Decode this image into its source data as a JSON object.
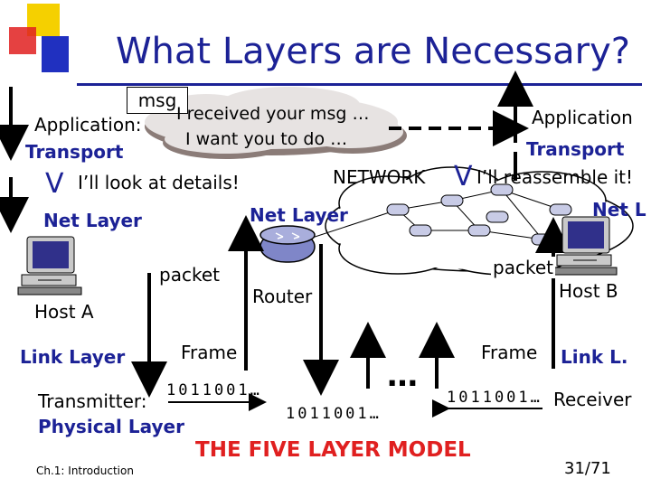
{
  "title": "What Layers are Necessary?",
  "msg_label": "msg",
  "cloud": {
    "line1": "I received your msg …",
    "line2": "I want you to do …"
  },
  "left": {
    "application": "Application:",
    "transport": "Transport",
    "v_mark": "V",
    "look": "I’ll look at details!",
    "net_layer": "Net Layer",
    "packet": "packet",
    "host": "Host A",
    "link_layer": "Link Layer",
    "frame": "Frame",
    "transmitter": "Transmitter:",
    "bits": "1011001…",
    "physical": "Physical Layer"
  },
  "middle": {
    "network": "NETWORK",
    "net_layer": "Net Layer",
    "router": "Router",
    "bits": "1011001…",
    "ellipsis": "…"
  },
  "right": {
    "application": "Application",
    "transport": "Transport",
    "v_mark": "V",
    "reassemble": "I’ll reassemble it!",
    "net_layer": "Net L",
    "packet": "packet",
    "host": "Host B",
    "frame": "Frame",
    "link_layer": "Link L.",
    "bits": "1011001…",
    "receiver": "Receiver"
  },
  "footer": {
    "model": "THE FIVE LAYER MODEL",
    "chapter": "Ch.1: Introduction",
    "page": "31/71"
  },
  "colors": {
    "title": "#1c2296",
    "accent_yellow": "#f5d000",
    "accent_red": "#e02020",
    "accent_blue": "#2030c0",
    "cloud_fill": "#8b7c78",
    "cloud_text": "#ffffff",
    "network_cloud": "#ffffff",
    "router_fill": "#7f86c8"
  }
}
